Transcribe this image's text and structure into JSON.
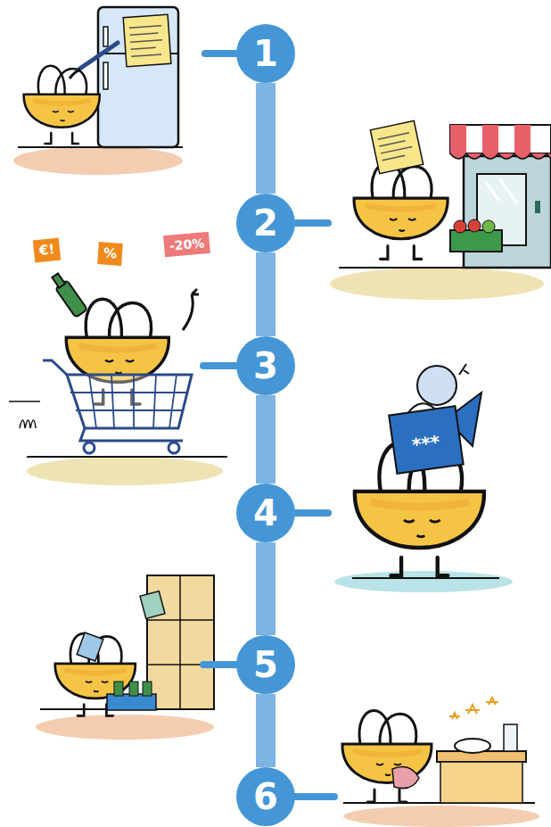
{
  "diagram": {
    "nodes": [
      {
        "text": [
          "1"
        ]
      },
      {
        "text": [
          "2"
        ]
      },
      {
        "text": [
          "3"
        ]
      },
      {
        "text": [
          "4"
        ]
      },
      {
        "text": [
          "5"
        ]
      },
      {
        "text": [
          "6"
        ]
      }
    ],
    "edges": [
      {
        "from": 0,
        "to": 1,
        "arrow": "none"
      },
      {
        "from": 1,
        "to": 2,
        "arrow": "none"
      },
      {
        "from": 2,
        "to": 3,
        "arrow": "none"
      },
      {
        "from": 3,
        "to": 4,
        "arrow": "none"
      },
      {
        "from": 4,
        "to": 5,
        "arrow": "none"
      }
    ],
    "labels": [
      "€!",
      "%",
      "-20%",
      "***"
    ]
  }
}
